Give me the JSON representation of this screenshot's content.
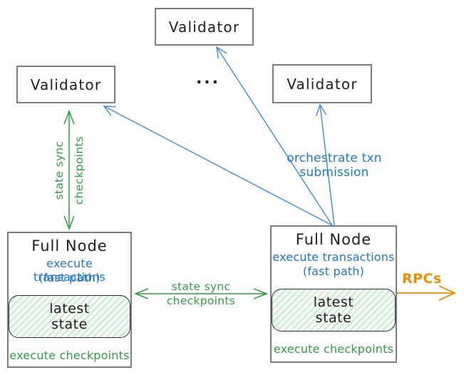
{
  "colors": {
    "green": "#2f9e44",
    "blue_text": "#1c76d2",
    "blue_arrow": "#4189d9",
    "orange": "#f08c00",
    "ink": "#1e1e1e",
    "border": "#7d7d7d",
    "state_fill": "#f2faf3",
    "state_hatch": "#bfe5c6"
  },
  "validators": {
    "top": "Validator",
    "left": "Validator",
    "right": "Validator",
    "ellipsis": "..."
  },
  "full_node_left": {
    "title": "Full Node",
    "exec_txn": "execute transactions",
    "fast_path": "(fast path)",
    "state_line1": "latest",
    "state_line2": "state",
    "exec_ckpt": "execute checkpoints"
  },
  "full_node_right": {
    "title": "Full Node",
    "exec_txn": "execute transactions",
    "fast_path": "(fast path)",
    "state_line1": "latest",
    "state_line2": "state",
    "exec_ckpt": "execute checkpoints"
  },
  "labels": {
    "state_sync_vertical_line1": "state sync",
    "state_sync_vertical_line2": "checkpoints",
    "state_sync_horizontal_line1": "state sync",
    "state_sync_horizontal_line2": "checkpoints",
    "orchestrate": "orchestrate txn submission",
    "rpcs": "RPCs"
  }
}
